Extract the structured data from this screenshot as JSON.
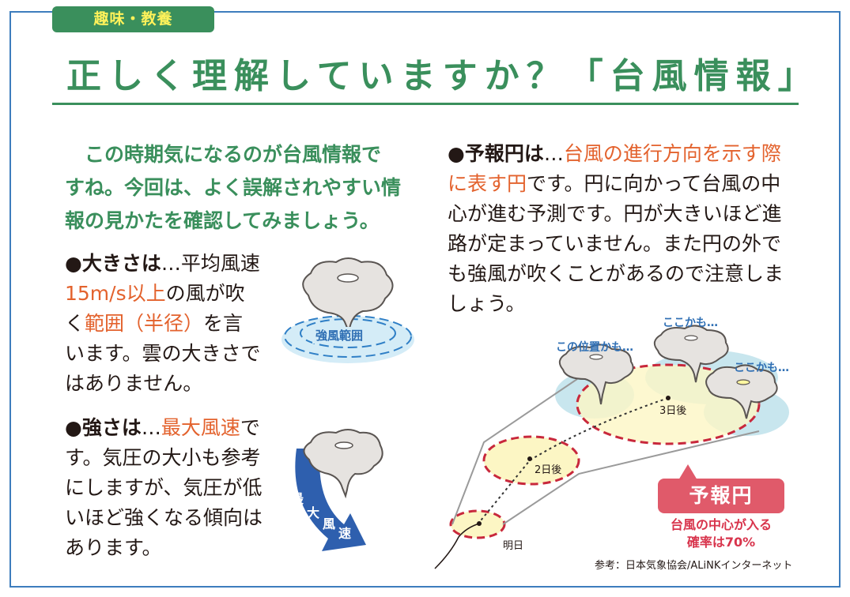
{
  "category_tag": "趣味・教養",
  "title": "正しく理解していますか？「台風情報」",
  "intro": [
    "この時期気になるのが台風情報で",
    "すね。今回は、よく誤解されやすい情",
    "報の見かたを確認してみましょう。"
  ],
  "size_section": {
    "heading": "●大きさは",
    "text_1": "…平均風速",
    "highlight_1": "15m/s以上",
    "text_2": "の風が吹く",
    "highlight_2": "範囲（半径）",
    "text_3": "を言います。雲の大きさではありません。",
    "diagram_label": "強風範囲"
  },
  "strength_section": {
    "heading": "●強さは",
    "text_1": "…",
    "highlight_1": "最大風速",
    "text_2": "です。気圧の大小も参考にしますが、気圧が低いほど強くなる傾向はあります。",
    "arrow_label_chars": [
      "最",
      "大",
      "風",
      "速"
    ]
  },
  "forecast_section": {
    "heading": "●予報円は",
    "text_1": "…",
    "highlight_1": "台風の進行方向を示す際に表す円",
    "text_2": "です。円に向かって台風の中心が進む予測です。円が大きいほど進路が定まっていません。また円の外でも強風が吹くことがあるので注意しましょう。"
  },
  "forecast_diagram": {
    "label_position": "この位置かも…",
    "label_here_1": "ここかも…",
    "label_here_2": "ここかも…",
    "day_tomorrow": "明日",
    "day_2": "2日後",
    "day_3": "3日後",
    "badge": "予報円",
    "badge_note_1": "台風の中心が入る",
    "badge_note_2": "確率は70%"
  },
  "source": "参考：日本気象協会/ALiNKインターネット",
  "colors": {
    "green": "#3a8f5c",
    "orange": "#e3622d",
    "blue": "#2f6fb4",
    "red": "#d8344c",
    "frame": "#3d7dbd"
  }
}
